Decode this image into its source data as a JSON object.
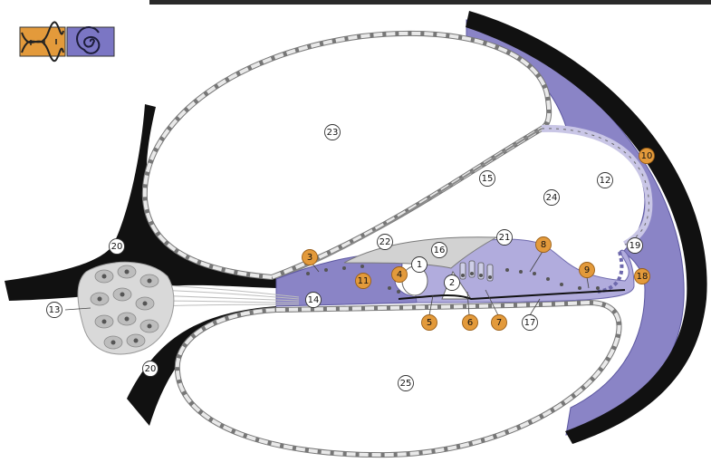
{
  "colors": {
    "bone": "#111111",
    "tissue": "#8a84c6",
    "tissue_light": "#a9a3d8",
    "membrane_fill": "#e6e6e6",
    "membrane_stroke": "#6a6a6a",
    "cell_grey": "#c7c7c7",
    "highlight_label": "#e39a3b",
    "plain_label": "#ffffff",
    "top_rule": "#2a2a2a"
  },
  "logo": {
    "left_icon": "dna-helix-icon",
    "right_icon": "spiral-cochlea-icon",
    "left_color": "#e39a3b",
    "right_color": "#7b76c4"
  },
  "labels": [
    {
      "id": "label-1",
      "text": "1",
      "highlight": false
    },
    {
      "id": "label-2",
      "text": "2",
      "highlight": false
    },
    {
      "id": "label-3",
      "text": "3",
      "highlight": true
    },
    {
      "id": "label-4",
      "text": "4",
      "highlight": true
    },
    {
      "id": "label-5",
      "text": "5",
      "highlight": true
    },
    {
      "id": "label-6",
      "text": "6",
      "highlight": true
    },
    {
      "id": "label-7",
      "text": "7",
      "highlight": true
    },
    {
      "id": "label-8",
      "text": "8",
      "highlight": true
    },
    {
      "id": "label-9",
      "text": "9",
      "highlight": true
    },
    {
      "id": "label-10",
      "text": "10",
      "highlight": true
    },
    {
      "id": "label-11",
      "text": "11",
      "highlight": true
    },
    {
      "id": "label-12",
      "text": "12",
      "highlight": false
    },
    {
      "id": "label-13",
      "text": "13",
      "highlight": false
    },
    {
      "id": "label-14",
      "text": "14",
      "highlight": false
    },
    {
      "id": "label-15",
      "text": "15",
      "highlight": false
    },
    {
      "id": "label-16",
      "text": "16",
      "highlight": false
    },
    {
      "id": "label-17",
      "text": "17",
      "highlight": false
    },
    {
      "id": "label-18",
      "text": "18",
      "highlight": true
    },
    {
      "id": "label-19",
      "text": "19",
      "highlight": false
    },
    {
      "id": "label-20a",
      "text": "20",
      "highlight": false
    },
    {
      "id": "label-20b",
      "text": "20",
      "highlight": false
    },
    {
      "id": "label-21",
      "text": "21",
      "highlight": false
    },
    {
      "id": "label-22",
      "text": "22",
      "highlight": false
    },
    {
      "id": "label-23",
      "text": "23",
      "highlight": false
    },
    {
      "id": "label-24",
      "text": "24",
      "highlight": false
    },
    {
      "id": "label-25",
      "text": "25",
      "highlight": false
    }
  ]
}
